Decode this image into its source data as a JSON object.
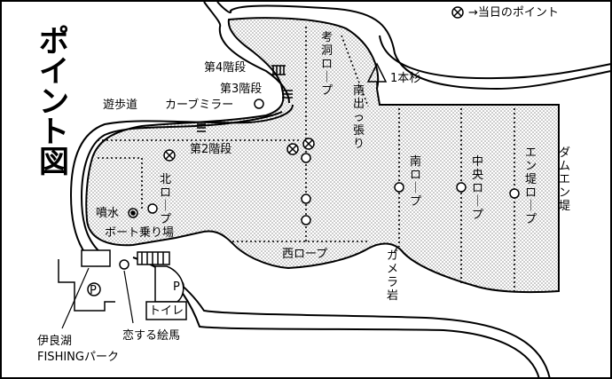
{
  "title": "ポイント図",
  "legend": {
    "symbol": "⊗",
    "text": "→当日のポイント"
  },
  "landmarks": {
    "stairs4": "第4階段",
    "stairs3": "第3階段",
    "stairs2": "第2階段",
    "curve_mirror": "カーブミラー",
    "promenade": "遊歩道",
    "cedar": "1本杉",
    "fountain": "噴水",
    "boat_pier": "ボート乗り場",
    "gamera_rock": "ガメラ岩",
    "dam_levee": "ダムエン堤",
    "toilet": "トイレ",
    "ema": "恋する絵馬",
    "fishing_park_1": "伊良湖",
    "fishing_park_2": "FISHINGパーク"
  },
  "ropes": {
    "kora": "考洞ロープ",
    "south_exit": "南出っ張り",
    "south": "南ロープ",
    "center": "中央ロープ",
    "levee": "エン堤ロープ",
    "north": "北ロープ",
    "west": "西ロープ"
  },
  "parking": "P"
}
